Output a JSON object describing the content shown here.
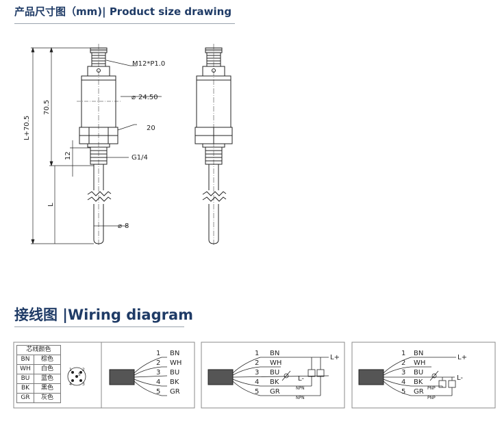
{
  "header": {
    "dimensions_title": "产品尺寸图（mm)| Product size drawing",
    "wiring_title": "接线图 |Wiring diagram"
  },
  "dimensions": {
    "thread": "M12*P1.0",
    "diameter_body": "24.50",
    "wrench": "20",
    "process_thread": "G1/4",
    "probe_diameter": "8",
    "body_length": "70.5",
    "total_length": "L+70.5",
    "thread_length": "12",
    "probe_length": "L"
  },
  "color_table": {
    "header": "芯线颜色",
    "rows": [
      {
        "code": "BN",
        "cn": "棕色"
      },
      {
        "code": "WH",
        "cn": "白色"
      },
      {
        "code": "BU",
        "cn": "蓝色"
      },
      {
        "code": "BK",
        "cn": "黑色"
      },
      {
        "code": "GR",
        "cn": "灰色"
      }
    ]
  },
  "pins": [
    {
      "num": "1",
      "code": "BN"
    },
    {
      "num": "2",
      "code": "WH"
    },
    {
      "num": "3",
      "code": "BU"
    },
    {
      "num": "4",
      "code": "BK"
    },
    {
      "num": "5",
      "code": "GR"
    }
  ],
  "connector_pins": [
    "1",
    "2",
    "3",
    "4",
    "5"
  ],
  "wiring": {
    "l_plus": "L+",
    "l_minus": "L-",
    "npn": "NPN",
    "pnp": "PNP"
  },
  "colors": {
    "title": "#1f3b66",
    "line": "#222222",
    "rule": "#9aa3ad"
  }
}
